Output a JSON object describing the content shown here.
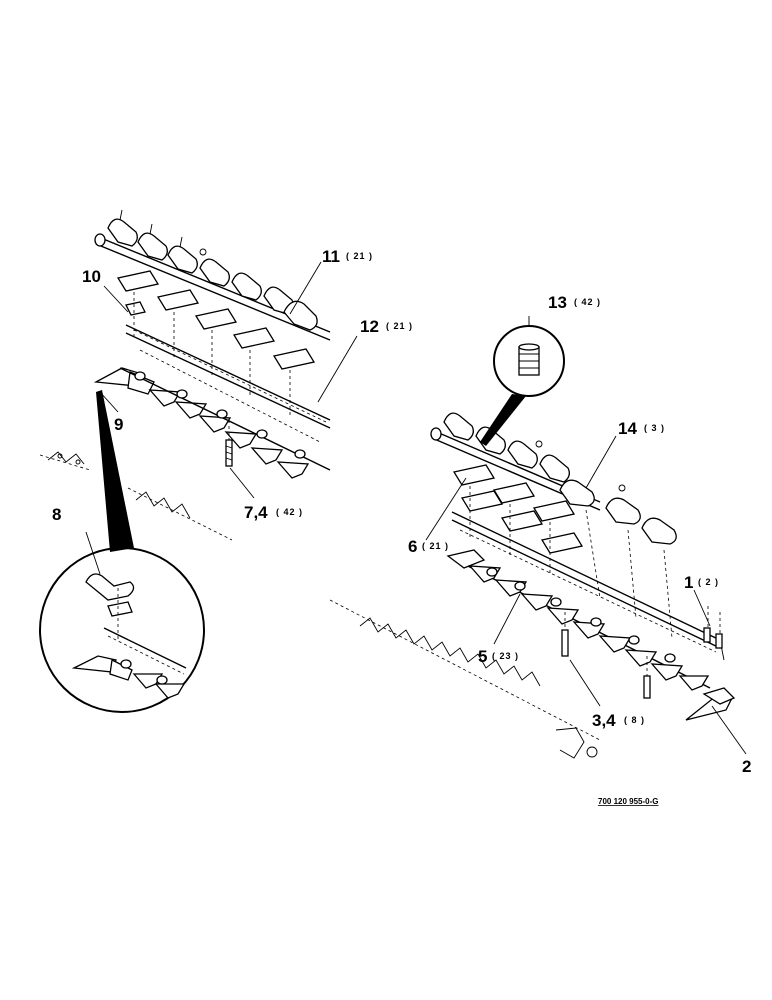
{
  "callouts": [
    {
      "id": "c11",
      "num": "11",
      "qty": "( 21 )"
    },
    {
      "id": "c10",
      "num": "10",
      "qty": ""
    },
    {
      "id": "c12",
      "num": "12",
      "qty": "( 21 )"
    },
    {
      "id": "c9",
      "num": "9",
      "qty": ""
    },
    {
      "id": "c74",
      "num": "7,4",
      "qty": "( 42 )"
    },
    {
      "id": "c8",
      "num": "8",
      "qty": ""
    },
    {
      "id": "c13",
      "num": "13",
      "qty": "( 42 )"
    },
    {
      "id": "c14",
      "num": "14",
      "qty": "( 3 )"
    },
    {
      "id": "c6",
      "num": "6",
      "qty": "( 21 )"
    },
    {
      "id": "c1",
      "num": "1",
      "qty": "( 2 )"
    },
    {
      "id": "c5",
      "num": "5",
      "qty": "( 23 )"
    },
    {
      "id": "c34",
      "num": "3,4",
      "qty": "( 8 )"
    },
    {
      "id": "c2",
      "num": "2",
      "qty": ""
    }
  ],
  "drawing_number": "700 120 955-0-G"
}
